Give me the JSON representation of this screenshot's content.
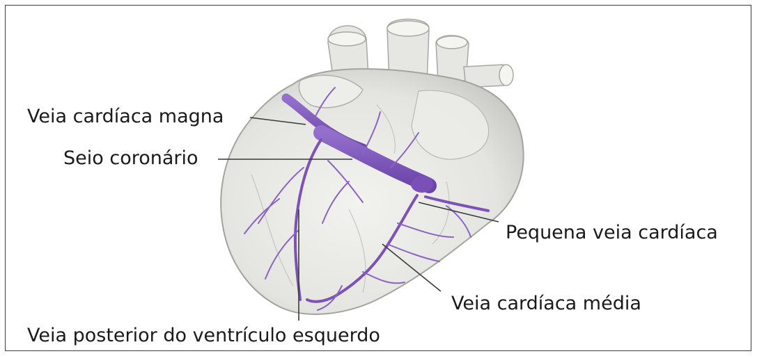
{
  "labels": {
    "great_cardiac_vein": "Veia cardíaca magna",
    "coronary_sinus": "Seio coronário",
    "small_cardiac_vein": "Pequena veia cardíaca",
    "middle_cardiac_vein": "Veia cardíaca média",
    "posterior_lv_vein": "Veia posterior do ventrículo esquerdo"
  },
  "colors": {
    "vein": "#7d52b8",
    "vein_dark": "#5e3a96",
    "heart_fill": "#e9e9e6",
    "heart_shade": "#c9c9c4",
    "leader_line": "#3a3a3a"
  }
}
